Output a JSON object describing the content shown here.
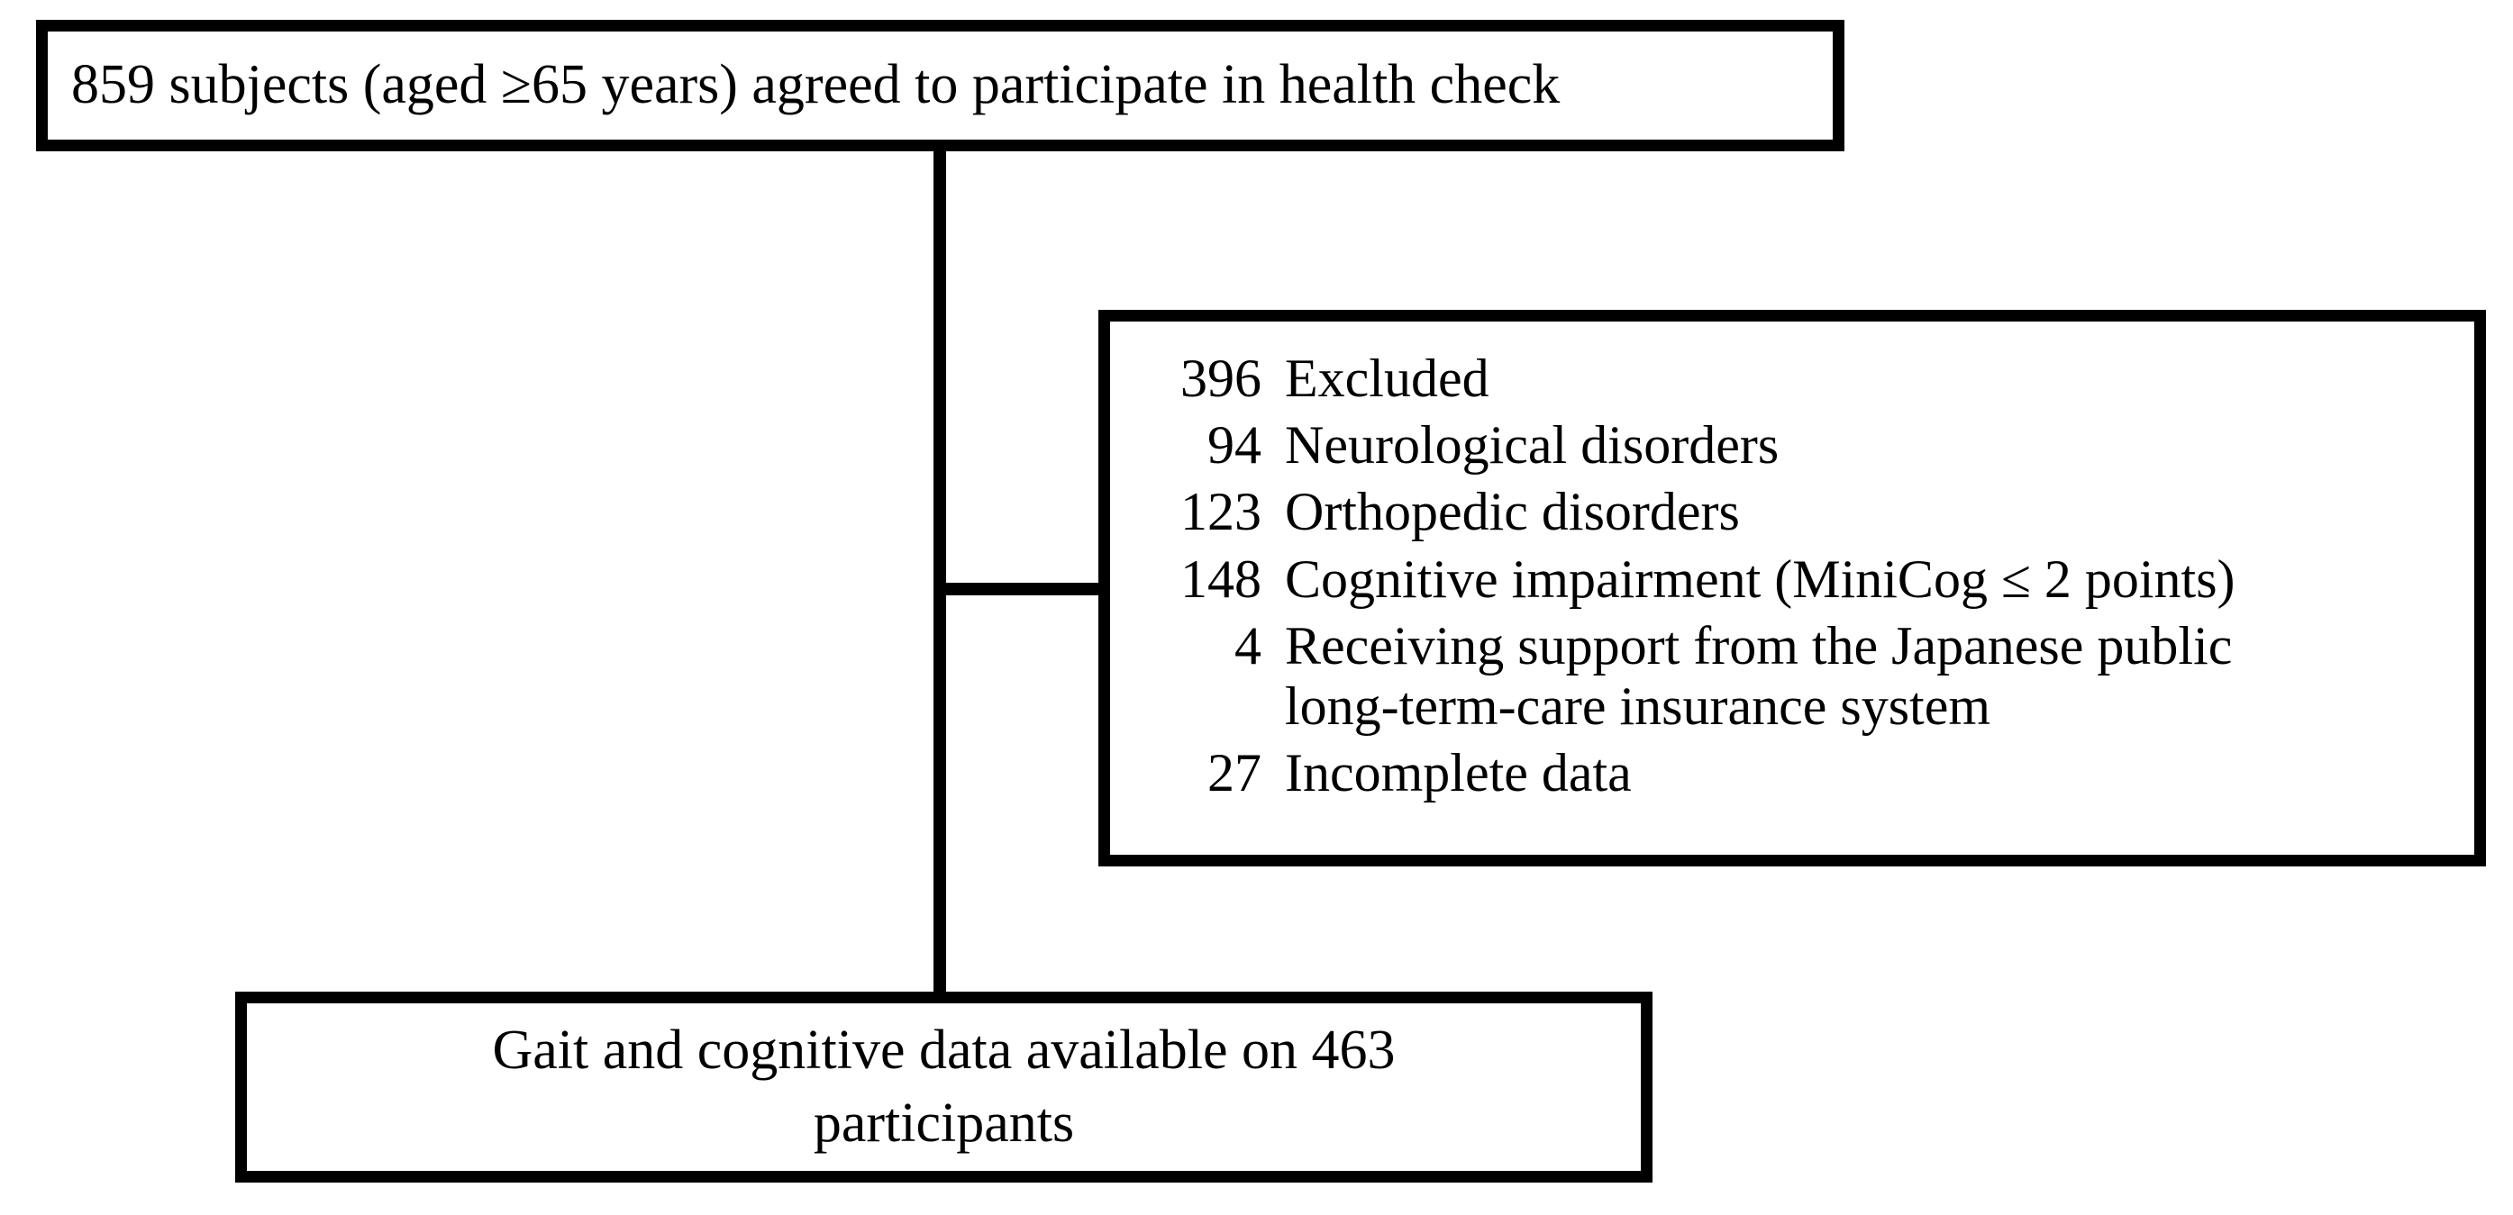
{
  "figure": {
    "type": "participant-flow-diagram",
    "stroke_color": "#000000",
    "background_color": "#ffffff"
  },
  "nodes": {
    "enrolled": {
      "text": "859 subjects (aged ≥65 years) agreed to participate in health check",
      "count": 859
    },
    "excluded": {
      "items": [
        {
          "count": "396",
          "label": "Excluded"
        },
        {
          "count": "94",
          "label": "Neurological disorders"
        },
        {
          "count": "123",
          "label": "Orthopedic disorders"
        },
        {
          "count": "148",
          "label": "Cognitive impairment (MiniCog ≤ 2 points)"
        },
        {
          "count": "4",
          "label": "Receiving support from the Japanese public",
          "label_line2": "long-term-care insurance system"
        },
        {
          "count": "27",
          "label": "Incomplete data"
        }
      ]
    },
    "final": {
      "text": "Gait and cognitive data available on 463 participants",
      "count": 463
    }
  },
  "connectors": {
    "main_vertical": "enrolled-to-final",
    "excluded_branch": "main-to-excluded"
  }
}
